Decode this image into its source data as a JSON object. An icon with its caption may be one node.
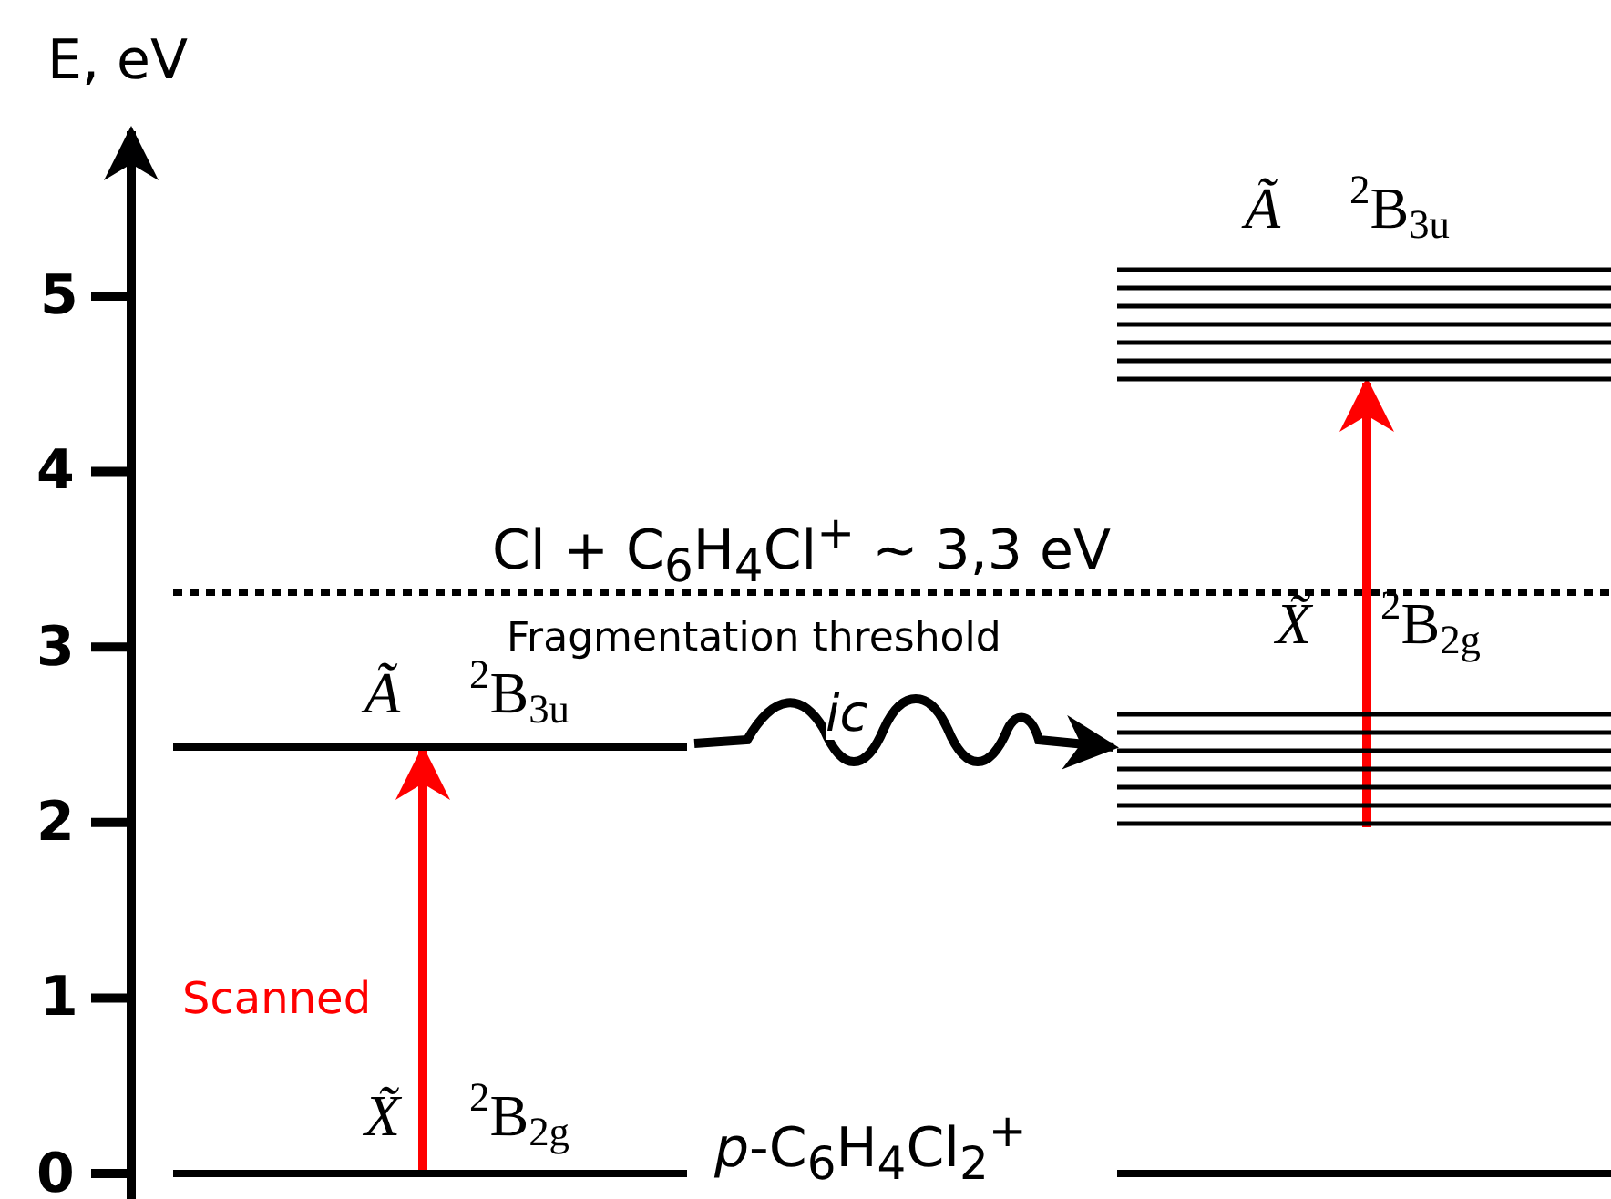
{
  "diagram": {
    "nodes": [
      {
        "text": [
          "*Ã* $^{2}$B$_{3u}$"
        ]
      },
      {
        "text": [
          "*X̃* $^{2}$B$_{2g}$"
        ]
      },
      {
        "text": [
          "*Ã* $^{2}$B$_{3u}$"
        ]
      },
      {
        "text": [
          "*X̃* $^{2}$B$_{2g}$"
        ]
      },
      {
        "text": [],
        "shape": "bar"
      }
    ],
    "edges": [
      {
        "from": 1,
        "to": 0,
        "arrow": "to",
        "label": "Scanned",
        "color": "#ff0000"
      },
      {
        "from": 3,
        "to": 2,
        "arrow": "to",
        "color": "#ff0000"
      },
      {
        "from": 0,
        "to": 3,
        "arrow": "to",
        "label": "ic",
        "color": "#000000"
      }
    ],
    "labels": [
      "E, eV",
      "5",
      "4",
      "Cl + C$_{6}$H$_{4}$Cl$^{+}$ ~ 3,3 eV",
      "3",
      "Fragmentation threshold",
      "2",
      "1",
      "*p*-C$_{6}$H$_{4}$Cl$_{2}$$^{+}$",
      "0"
    ]
  }
}
